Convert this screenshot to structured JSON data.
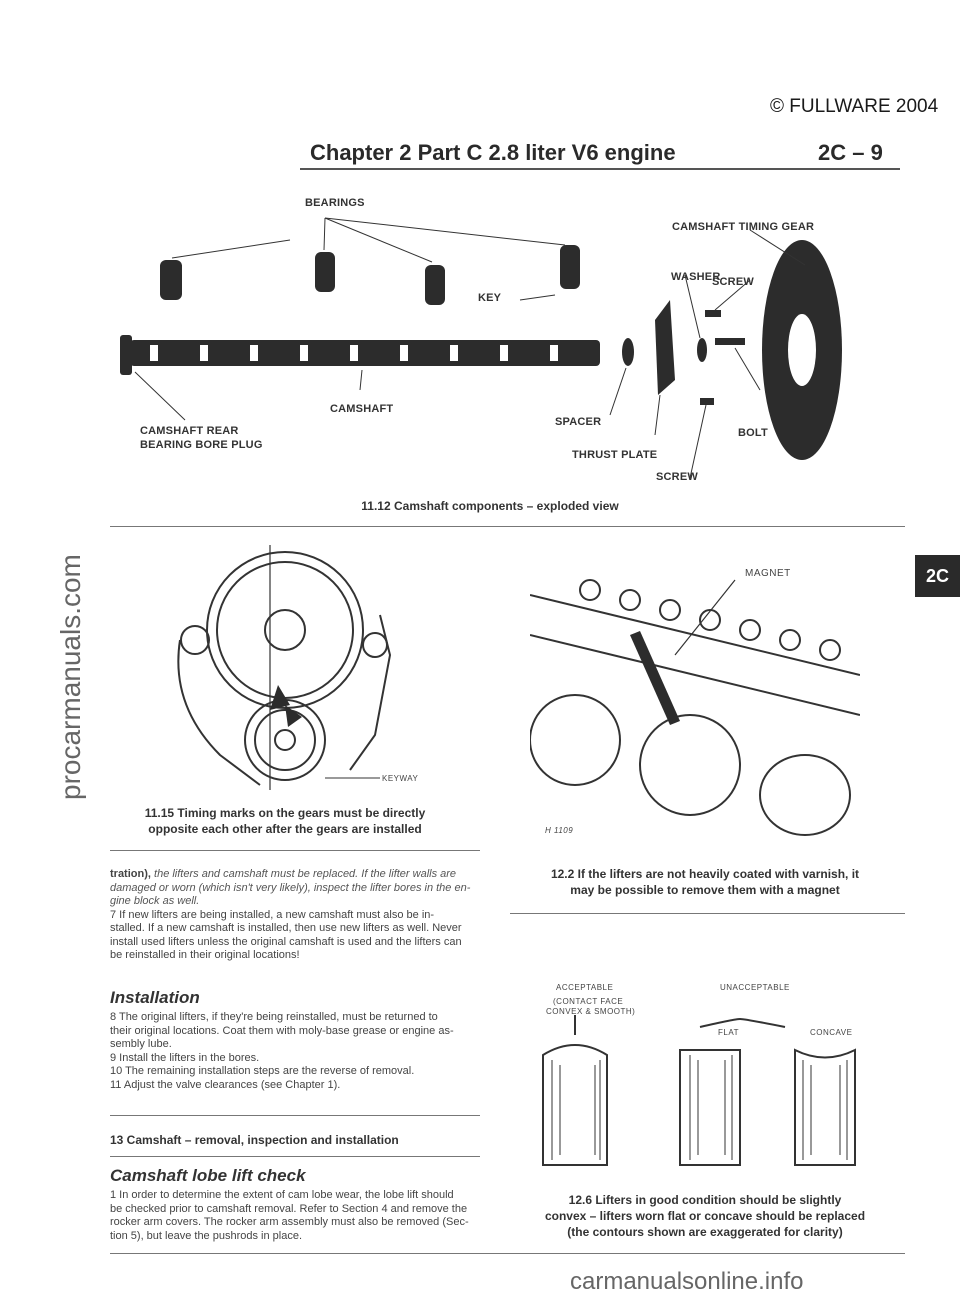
{
  "header": {
    "copyright": "© FULLWARE 2004",
    "chapter_title": "Chapter 2 Part C 2.8 liter V6 engine",
    "page_number": "2C – 9"
  },
  "fig_11_12": {
    "labels": {
      "bearings": "BEARINGS",
      "timing_gear": "CAMSHAFT TIMING GEAR",
      "washer": "WASHER",
      "screw_top": "SCREW",
      "key": "KEY",
      "rear_plug_1": "CAMSHAFT REAR",
      "rear_plug_2": "BEARING BORE PLUG",
      "camshaft": "CAMSHAFT",
      "spacer": "SPACER",
      "thrust_plate": "THRUST PLATE",
      "bolt": "BOLT",
      "screw_bottom": "SCREW"
    },
    "caption": "11.12 Camshaft components – exploded view"
  },
  "fig_11_15": {
    "keyway": "KEYWAY",
    "caption_1": "11.15 Timing marks on the gears must be directly",
    "caption_2": "opposite each other after the gears are installed"
  },
  "fig_12_2": {
    "magnet": "MAGNET",
    "code": "H 1109",
    "caption_1": "12.2 If the lifters are not heavily coated with varnish, it",
    "caption_2": "may be possible to remove them with a magnet"
  },
  "fig_12_6": {
    "acceptable": "ACCEPTABLE",
    "acceptable_sub_1": "(CONTACT FACE",
    "acceptable_sub_2": "CONVEX & SMOOTH)",
    "unacceptable": "UNACCEPTABLE",
    "flat": "FLAT",
    "concave": "CONCAVE",
    "caption_1": "12.6 Lifters in good condition should be slightly",
    "caption_2": "convex – lifters worn flat or concave should be replaced",
    "caption_3": "(the contours shown are exaggerated for clarity)"
  },
  "text": {
    "para_tration_bold": "tration),",
    "para_tration_italic_1": "the lifters and camshaft must be replaced. If the lifter walls are",
    "para_tration_italic_2": "damaged or worn (which isn't very likely), inspect the lifter bores in the en-",
    "para_tration_italic_3": "gine block as well.",
    "p7_1": "7 If new lifters are being installed, a new camshaft must also be in-",
    "p7_2": "stalled. If a new camshaft is installed, then use new lifters as well. Never",
    "p7_3": "install used lifters unless the original camshaft is used and the lifters can",
    "p7_4": "be reinstalled in their original locations!",
    "installation_heading": "Installation",
    "p8_1": "8 The original lifters, if they're being reinstalled, must be returned to",
    "p8_2": "their original locations. Coat them with moly-base grease or engine as-",
    "p8_3": "sembly lube.",
    "p9": "9 Install the lifters in the bores.",
    "p10": "10 The remaining installation steps are the reverse of removal.",
    "p11": "11 Adjust the valve clearances (see Chapter 1).",
    "section_13": "13 Camshaft – removal, inspection and installation",
    "lobe_heading": "Camshaft lobe lift check",
    "p1_1": "1 In order to determine the extent of cam lobe wear, the lobe lift should",
    "p1_2": "be checked prior to camshaft removal. Refer to Section 4 and remove the",
    "p1_3": "rocker arm covers. The rocker arm assembly must also be removed (Sec-",
    "p1_4": "tion 5), but leave the pushrods in place."
  },
  "side_tab": "2C",
  "watermark_left": "procarmanuals.com",
  "watermark_bottom": "carmanualsonline.info"
}
